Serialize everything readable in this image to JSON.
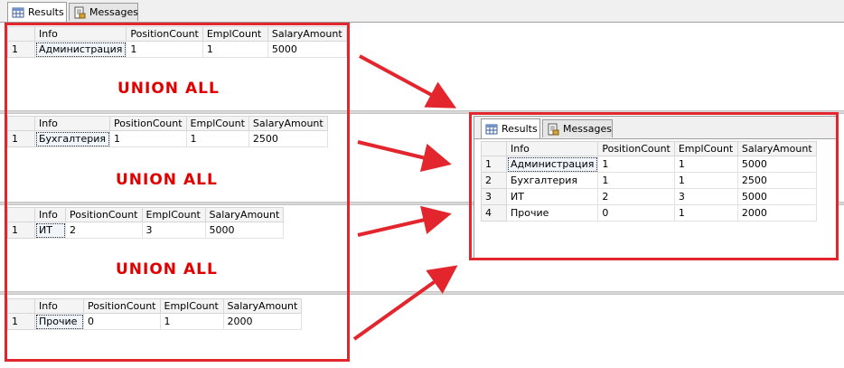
{
  "tabs": {
    "results": "Results",
    "messages": "Messages"
  },
  "union_label": "UNION ALL",
  "queries": [
    {
      "columns": [
        "Info",
        "PositionCount",
        "EmplCount",
        "SalaryAmount"
      ],
      "rows": [
        {
          "n": "1",
          "cells": [
            "Администрация",
            "1",
            "1",
            "5000"
          ]
        }
      ]
    },
    {
      "columns": [
        "Info",
        "PositionCount",
        "EmplCount",
        "SalaryAmount"
      ],
      "rows": [
        {
          "n": "1",
          "cells": [
            "Бухгалтерия",
            "1",
            "1",
            "2500"
          ]
        }
      ]
    },
    {
      "columns": [
        "Info",
        "PositionCount",
        "EmplCount",
        "SalaryAmount"
      ],
      "rows": [
        {
          "n": "1",
          "cells": [
            "ИТ",
            "2",
            "3",
            "5000"
          ]
        }
      ]
    },
    {
      "columns": [
        "Info",
        "PositionCount",
        "EmplCount",
        "SalaryAmount"
      ],
      "rows": [
        {
          "n": "1",
          "cells": [
            "Прочие",
            "0",
            "1",
            "2000"
          ]
        }
      ]
    }
  ],
  "combined": {
    "columns": [
      "Info",
      "PositionCount",
      "EmplCount",
      "SalaryAmount"
    ],
    "rows": [
      {
        "n": "1",
        "cells": [
          "Администрация",
          "1",
          "1",
          "5000"
        ]
      },
      {
        "n": "2",
        "cells": [
          "Бухгалтерия",
          "1",
          "1",
          "2500"
        ]
      },
      {
        "n": "3",
        "cells": [
          "ИТ",
          "2",
          "3",
          "5000"
        ]
      },
      {
        "n": "4",
        "cells": [
          "Прочие",
          "0",
          "1",
          "2000"
        ]
      }
    ]
  },
  "colors": {
    "annotation": "#e3262d",
    "union_text": "#e10000"
  }
}
